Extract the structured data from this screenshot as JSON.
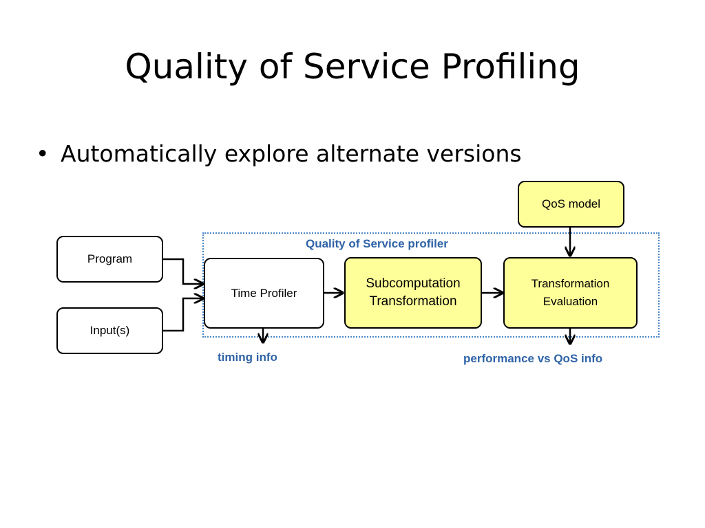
{
  "slide": {
    "title": "Quality of Service Profiling",
    "bullet_marker": "•",
    "bullet": "Automatically explore alternate versions"
  },
  "diagram": {
    "nodes": {
      "program": "Program",
      "inputs": "Input(s)",
      "time_profiler": "Time Profiler",
      "subcomputation_line1": "Subcomputation",
      "subcomputation_line2": "Transformation",
      "evaluation_line1": "Transformation",
      "evaluation_line2": "Evaluation",
      "qos_model": "QoS model"
    },
    "group_label": "Quality of Service profiler",
    "outputs": {
      "timing": "timing info",
      "performance": "performance vs QoS info"
    },
    "colors": {
      "highlight_fill": "#ffff99",
      "group_border": "#4a86c5",
      "label_text": "#2e63a6"
    }
  }
}
